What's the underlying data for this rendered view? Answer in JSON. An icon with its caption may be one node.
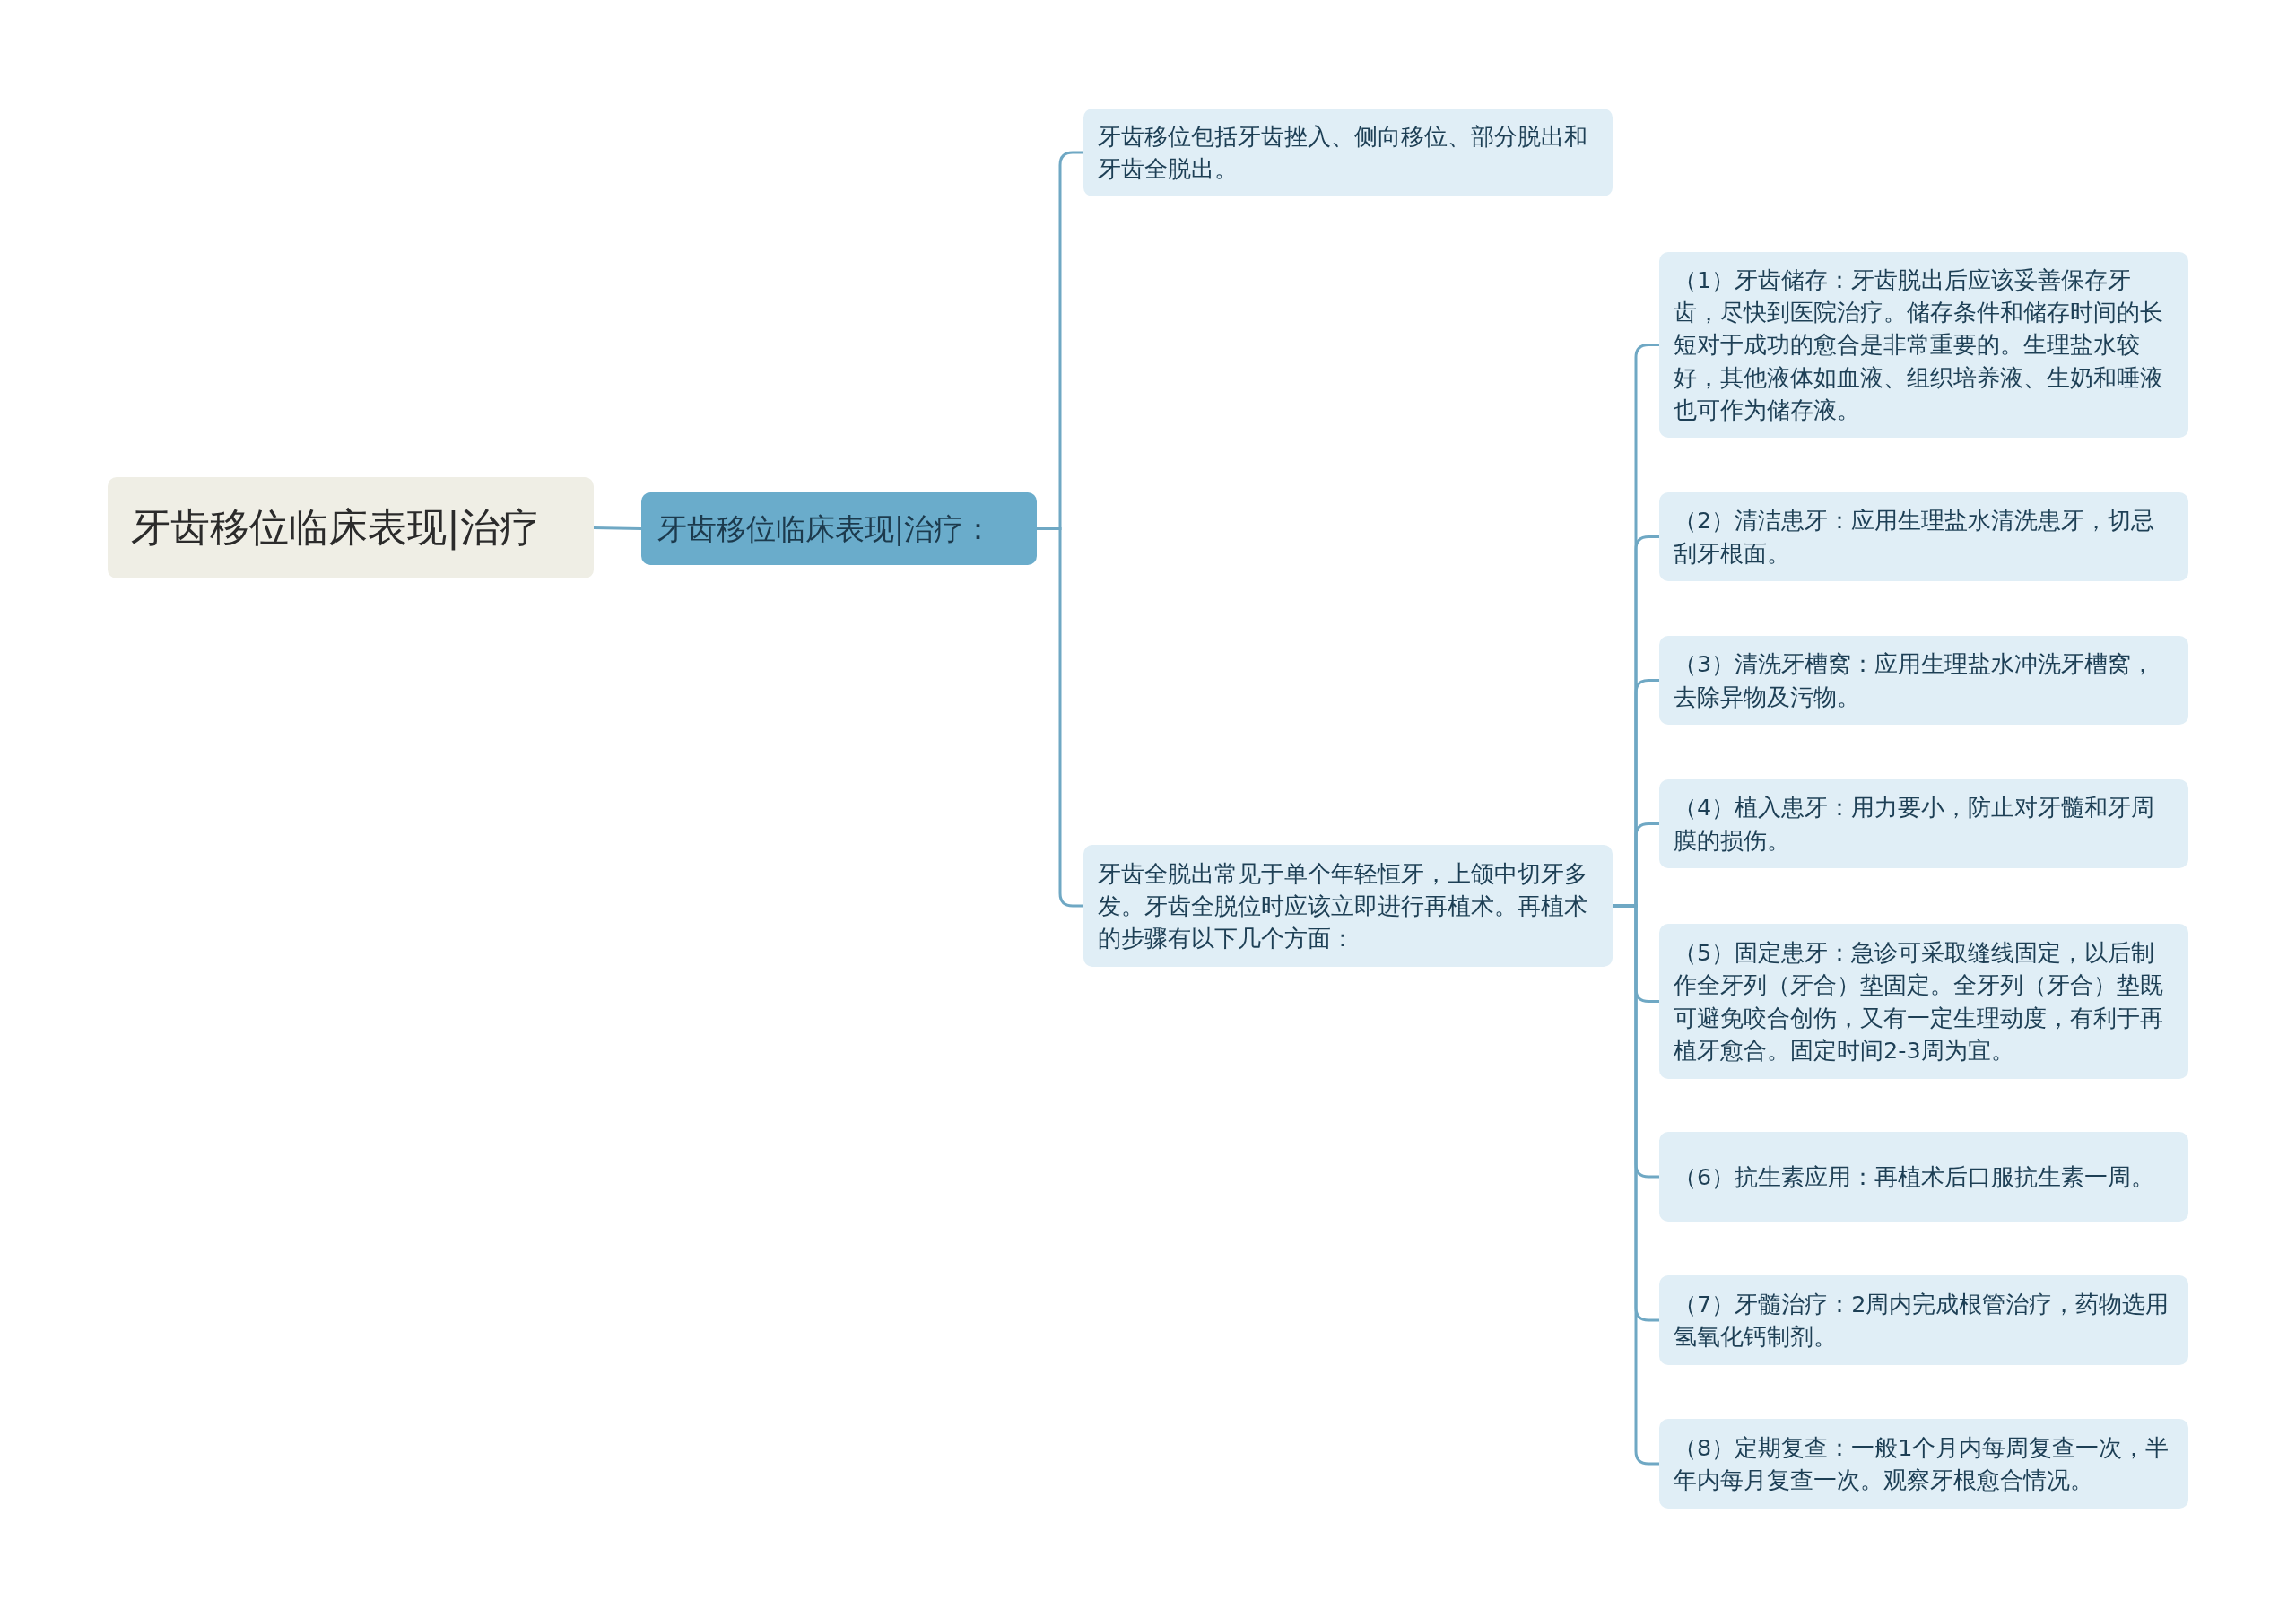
{
  "diagram": {
    "nodes": [
      {
        "text": [
          "牙齿移位临床表现|治疗"
        ]
      },
      {
        "text": [
          "牙齿移位临床表现|治疗："
        ]
      },
      {
        "text": [
          "牙齿移位包括牙齿挫入、侧向移位、部分脱出和牙齿全脱出。"
        ]
      },
      {
        "text": [
          "牙齿全脱出常见于单个年轻恒牙，上颌中切牙多发。牙齿全脱位时应该立即进行再植术。再植术的步骤有以下几个方面："
        ]
      },
      {
        "text": [
          "（1）牙齿储存：牙齿脱出后应该妥善保存牙齿，尽快到医院治疗。储存条件和储存时间的长短对于成功的愈合是非常重要的。生理盐水较好，其他液体如血液、组织培养液、生奶和唾液也可作为储存液。"
        ]
      },
      {
        "text": [
          "（2）清洁患牙：应用生理盐水清洗患牙，切忌刮牙根面。"
        ]
      },
      {
        "text": [
          "（3）清洗牙槽窝：应用生理盐水冲洗牙槽窝，去除异物及污物。"
        ]
      },
      {
        "text": [
          "（4）植入患牙：用力要小，防止对牙髓和牙周膜的损伤。"
        ]
      },
      {
        "text": [
          "（5）固定患牙：急诊可采取缝线固定，以后制作全牙列（牙合）垫固定。全牙列（牙合）垫既可避免咬合创伤，又有一定生理动度，有利于再植牙愈合。固定时间2-3周为宜。"
        ]
      },
      {
        "text": [
          "（6）抗生素应用：再植术后口服抗生素一周。"
        ]
      },
      {
        "text": [
          "（7）牙髓治疗：2周内完成根管治疗，药物选用氢氧化钙制剂。"
        ]
      },
      {
        "text": [
          "（8）定期复查：一般1个月内每周复查一次，半年内每月复查一次。观察牙根愈合情况。"
        ]
      }
    ],
    "edges": [
      {
        "from": 0,
        "to": 1,
        "arrow": "none"
      },
      {
        "from": 1,
        "to": 2,
        "arrow": "none"
      },
      {
        "from": 1,
        "to": 3,
        "arrow": "none"
      },
      {
        "from": 3,
        "to": 4,
        "arrow": "none"
      },
      {
        "from": 3,
        "to": 5,
        "arrow": "none"
      },
      {
        "from": 3,
        "to": 6,
        "arrow": "none"
      },
      {
        "from": 3,
        "to": 7,
        "arrow": "none"
      },
      {
        "from": 3,
        "to": 8,
        "arrow": "none"
      },
      {
        "from": 3,
        "to": 9,
        "arrow": "none"
      },
      {
        "from": 3,
        "to": 10,
        "arrow": "none"
      },
      {
        "from": 3,
        "to": 11,
        "arrow": "none"
      }
    ]
  }
}
